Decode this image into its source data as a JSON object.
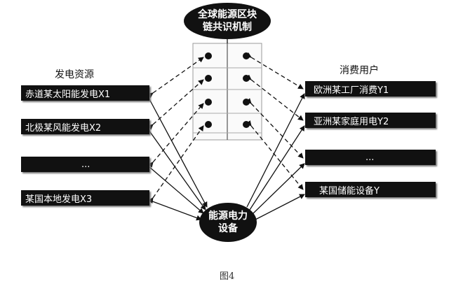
{
  "consensus": {
    "line1": "全球能源区块",
    "line2": "链共识机制"
  },
  "device": {
    "line1": "能源电力",
    "line2": "设备"
  },
  "generation": {
    "title": "发电资源",
    "items": [
      "赤道某太阳能发电X1",
      "北极某风能发电X2",
      "...",
      "某国本地发电X3"
    ]
  },
  "consumers": {
    "title": "消费用户",
    "items": [
      "欧洲某工厂消费Y1",
      "亚洲某家庭用电Y2",
      "...",
      "某国储能设备Y"
    ]
  },
  "caption": "图4"
}
